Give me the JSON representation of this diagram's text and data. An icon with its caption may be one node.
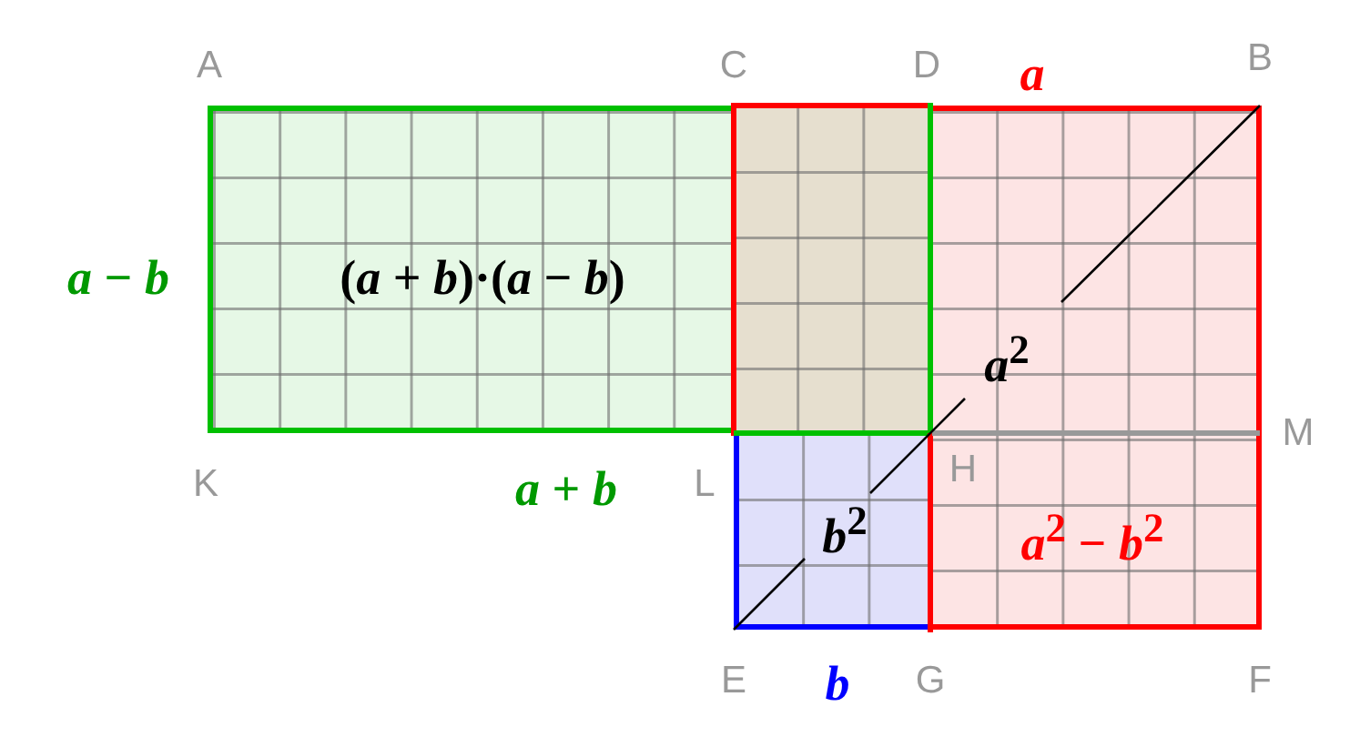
{
  "diagram": {
    "nodes": [
      {
        "text": [
          "(*a* + *b*)·(*a* − *b*)"
        ],
        "beside": [
          "*a* − *b*",
          "*a* + *b*"
        ]
      },
      {
        "text": [
          "*a*$^{2}$"
        ],
        "beside": [
          "*a*"
        ]
      },
      {
        "text": [
          "*b*$^{2}$"
        ],
        "beside": [
          "*b*"
        ]
      },
      {
        "text": [],
        "shape": "box"
      }
    ],
    "labels": [
      "A",
      "C",
      "D",
      "B",
      "M",
      "K",
      "L",
      "H",
      "*a*$^{2}$ − *b*$^{2}$",
      "E",
      "G",
      "F"
    ]
  }
}
